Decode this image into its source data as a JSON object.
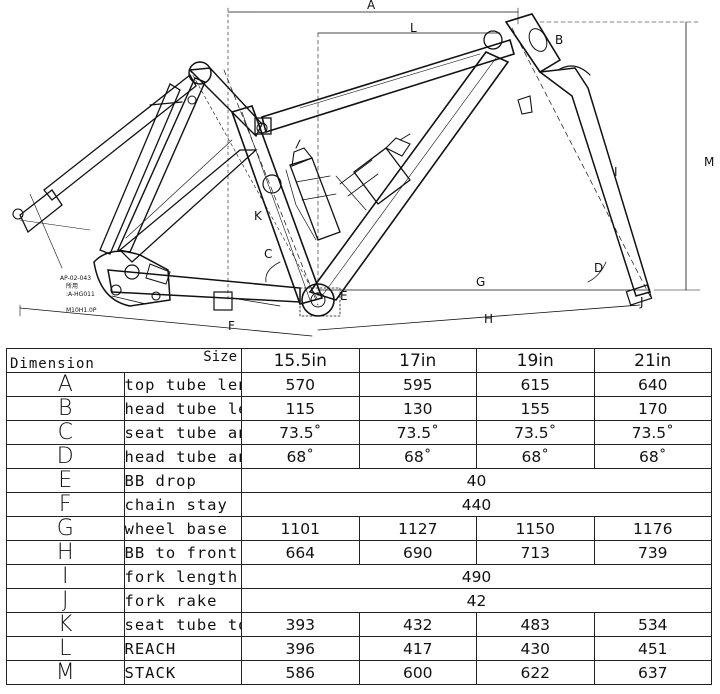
{
  "drawing": {
    "dim_letters": [
      "A",
      "B",
      "C",
      "D",
      "E",
      "F",
      "G",
      "H",
      "I",
      "J",
      "K",
      "L",
      "M"
    ],
    "small_labels": {
      "part_left_1": "AP-02-043",
      "part_left_2": "所用",
      "part_left_3": ":A-HG011",
      "part_left_4": "M10H1.0P"
    }
  },
  "table": {
    "header_dimension": "Dimension",
    "header_size": "Size",
    "sizes": [
      "15.5in",
      "17in",
      "19in",
      "21in"
    ],
    "rows": [
      {
        "letter": "A",
        "name": "top tube length",
        "values": [
          "570",
          "595",
          "615",
          "640"
        ]
      },
      {
        "letter": "B",
        "name": "head tube length",
        "values": [
          "115",
          "130",
          "155",
          "170"
        ]
      },
      {
        "letter": "C",
        "name": "seat tube angle",
        "values": [
          "73.5˚",
          "73.5˚",
          "73.5˚",
          "73.5˚"
        ]
      },
      {
        "letter": "D",
        "name": "head tube angle",
        "values": [
          "68˚",
          "68˚",
          "68˚",
          "68˚"
        ]
      },
      {
        "letter": "E",
        "name": "BB drop",
        "shared": "40"
      },
      {
        "letter": "F",
        "name": "chain stay",
        "shared": "440"
      },
      {
        "letter": "G",
        "name": "wheel base",
        "values": [
          "1101",
          "1127",
          "1150",
          "1176"
        ]
      },
      {
        "letter": "H",
        "name": "BB to front wheel",
        "values": [
          "664",
          "690",
          "713",
          "739"
        ]
      },
      {
        "letter": "I",
        "name": "fork length",
        "shared": "490"
      },
      {
        "letter": "J",
        "name": "fork rake",
        "shared": "42"
      },
      {
        "letter": "K",
        "name": "seat tube total length",
        "values": [
          "393",
          "432",
          "483",
          "534"
        ]
      },
      {
        "letter": "L",
        "name": "REACH",
        "values": [
          "396",
          "417",
          "430",
          "451"
        ]
      },
      {
        "letter": "M",
        "name": "STACK",
        "values": [
          "586",
          "600",
          "622",
          "637"
        ]
      }
    ]
  }
}
